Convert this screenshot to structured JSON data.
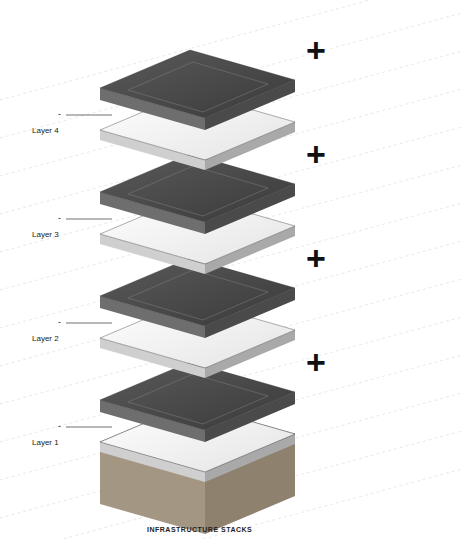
{
  "diagram": {
    "caption": "INFRASTRUCTURE STACKS",
    "labels": [
      "+",
      "-",
      "Layer 4",
      "+",
      "-",
      "Layer 3",
      "+",
      "-",
      "Layer 2",
      "+",
      "-",
      "Layer 1"
    ]
  }
}
